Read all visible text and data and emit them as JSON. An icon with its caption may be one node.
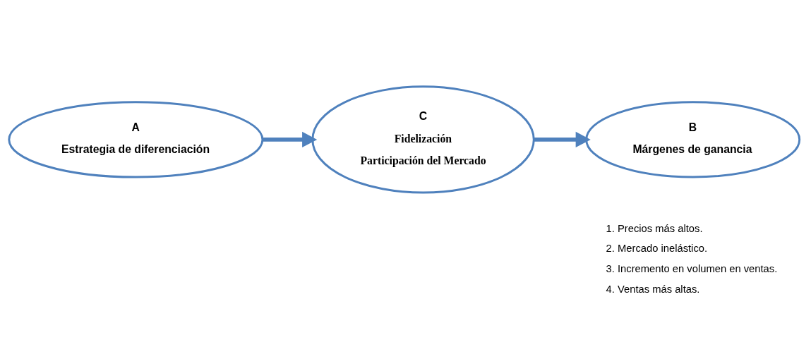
{
  "diagram": {
    "nodes": [
      {
        "text": [
          "A",
          "Estrategia de diferenciación"
        ]
      },
      {
        "text": [
          "C",
          "Fidelización",
          "Participación del Mercado"
        ]
      },
      {
        "text": [
          "B",
          "Márgenes de ganancia"
        ]
      }
    ],
    "edges": [
      {
        "from": 0,
        "to": 1,
        "arrow": "to"
      },
      {
        "from": 1,
        "to": 2,
        "arrow": "to"
      }
    ],
    "labels": [
      "1. Precios más altos.",
      "2. Mercado inelástico.",
      "3. Incremento en volumen en ventas.",
      "4. Ventas más altas."
    ]
  }
}
